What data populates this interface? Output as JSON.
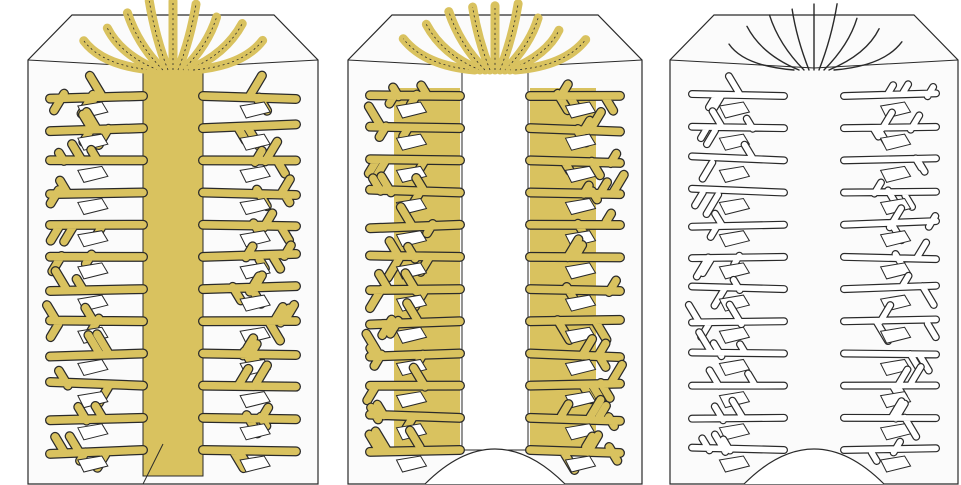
{
  "figure": {
    "panels": [
      {
        "id": "full",
        "fill_mode": "all"
      },
      {
        "id": "hollow",
        "fill_mode": "sides"
      },
      {
        "id": "outline",
        "fill_mode": "none"
      }
    ]
  },
  "colors": {
    "background": "#ffffff",
    "card_fill": "#fbfbfb",
    "stroke": "#2a2a2a",
    "fill": "#d9c25f"
  }
}
